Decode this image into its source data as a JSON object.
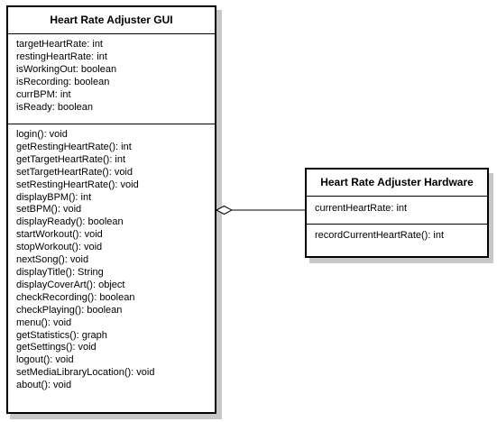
{
  "gui_class": {
    "title": "Heart Rate Adjuster GUI",
    "attributes": [
      "targetHeartRate: int",
      "restingHeartRate: int",
      "isWorkingOut: boolean",
      "isRecording: boolean",
      "currBPM: int",
      "isReady: boolean"
    ],
    "operations": [
      "login(): void",
      "getRestingHeartRate(): int",
      "getTargetHeartRate(): int",
      "setTargetHeartRate(): void",
      "setRestingHeartRate(): void",
      "displayBPM(): int",
      "setBPM(): void",
      "displayReady(): boolean",
      "startWorkout(): void",
      "stopWorkout(): void",
      "nextSong(): void",
      "displayTitle(): String",
      "displayCoverArt(): object",
      "checkRecording(): boolean",
      "checkPlaying(): boolean",
      "menu(): void",
      "getStatistics(): graph",
      "getSettings(): void",
      "logout(): void",
      "setMediaLibraryLocation(): void",
      "about(): void"
    ]
  },
  "hardware_class": {
    "title": "Heart Rate Adjuster Hardware",
    "attributes": [
      "currentHeartRate: int"
    ],
    "operations": [
      "recordCurrentHeartRate(): int"
    ]
  },
  "relationship": {
    "type": "aggregation",
    "whole": "Heart Rate Adjuster GUI",
    "part": "Heart Rate Adjuster Hardware"
  }
}
